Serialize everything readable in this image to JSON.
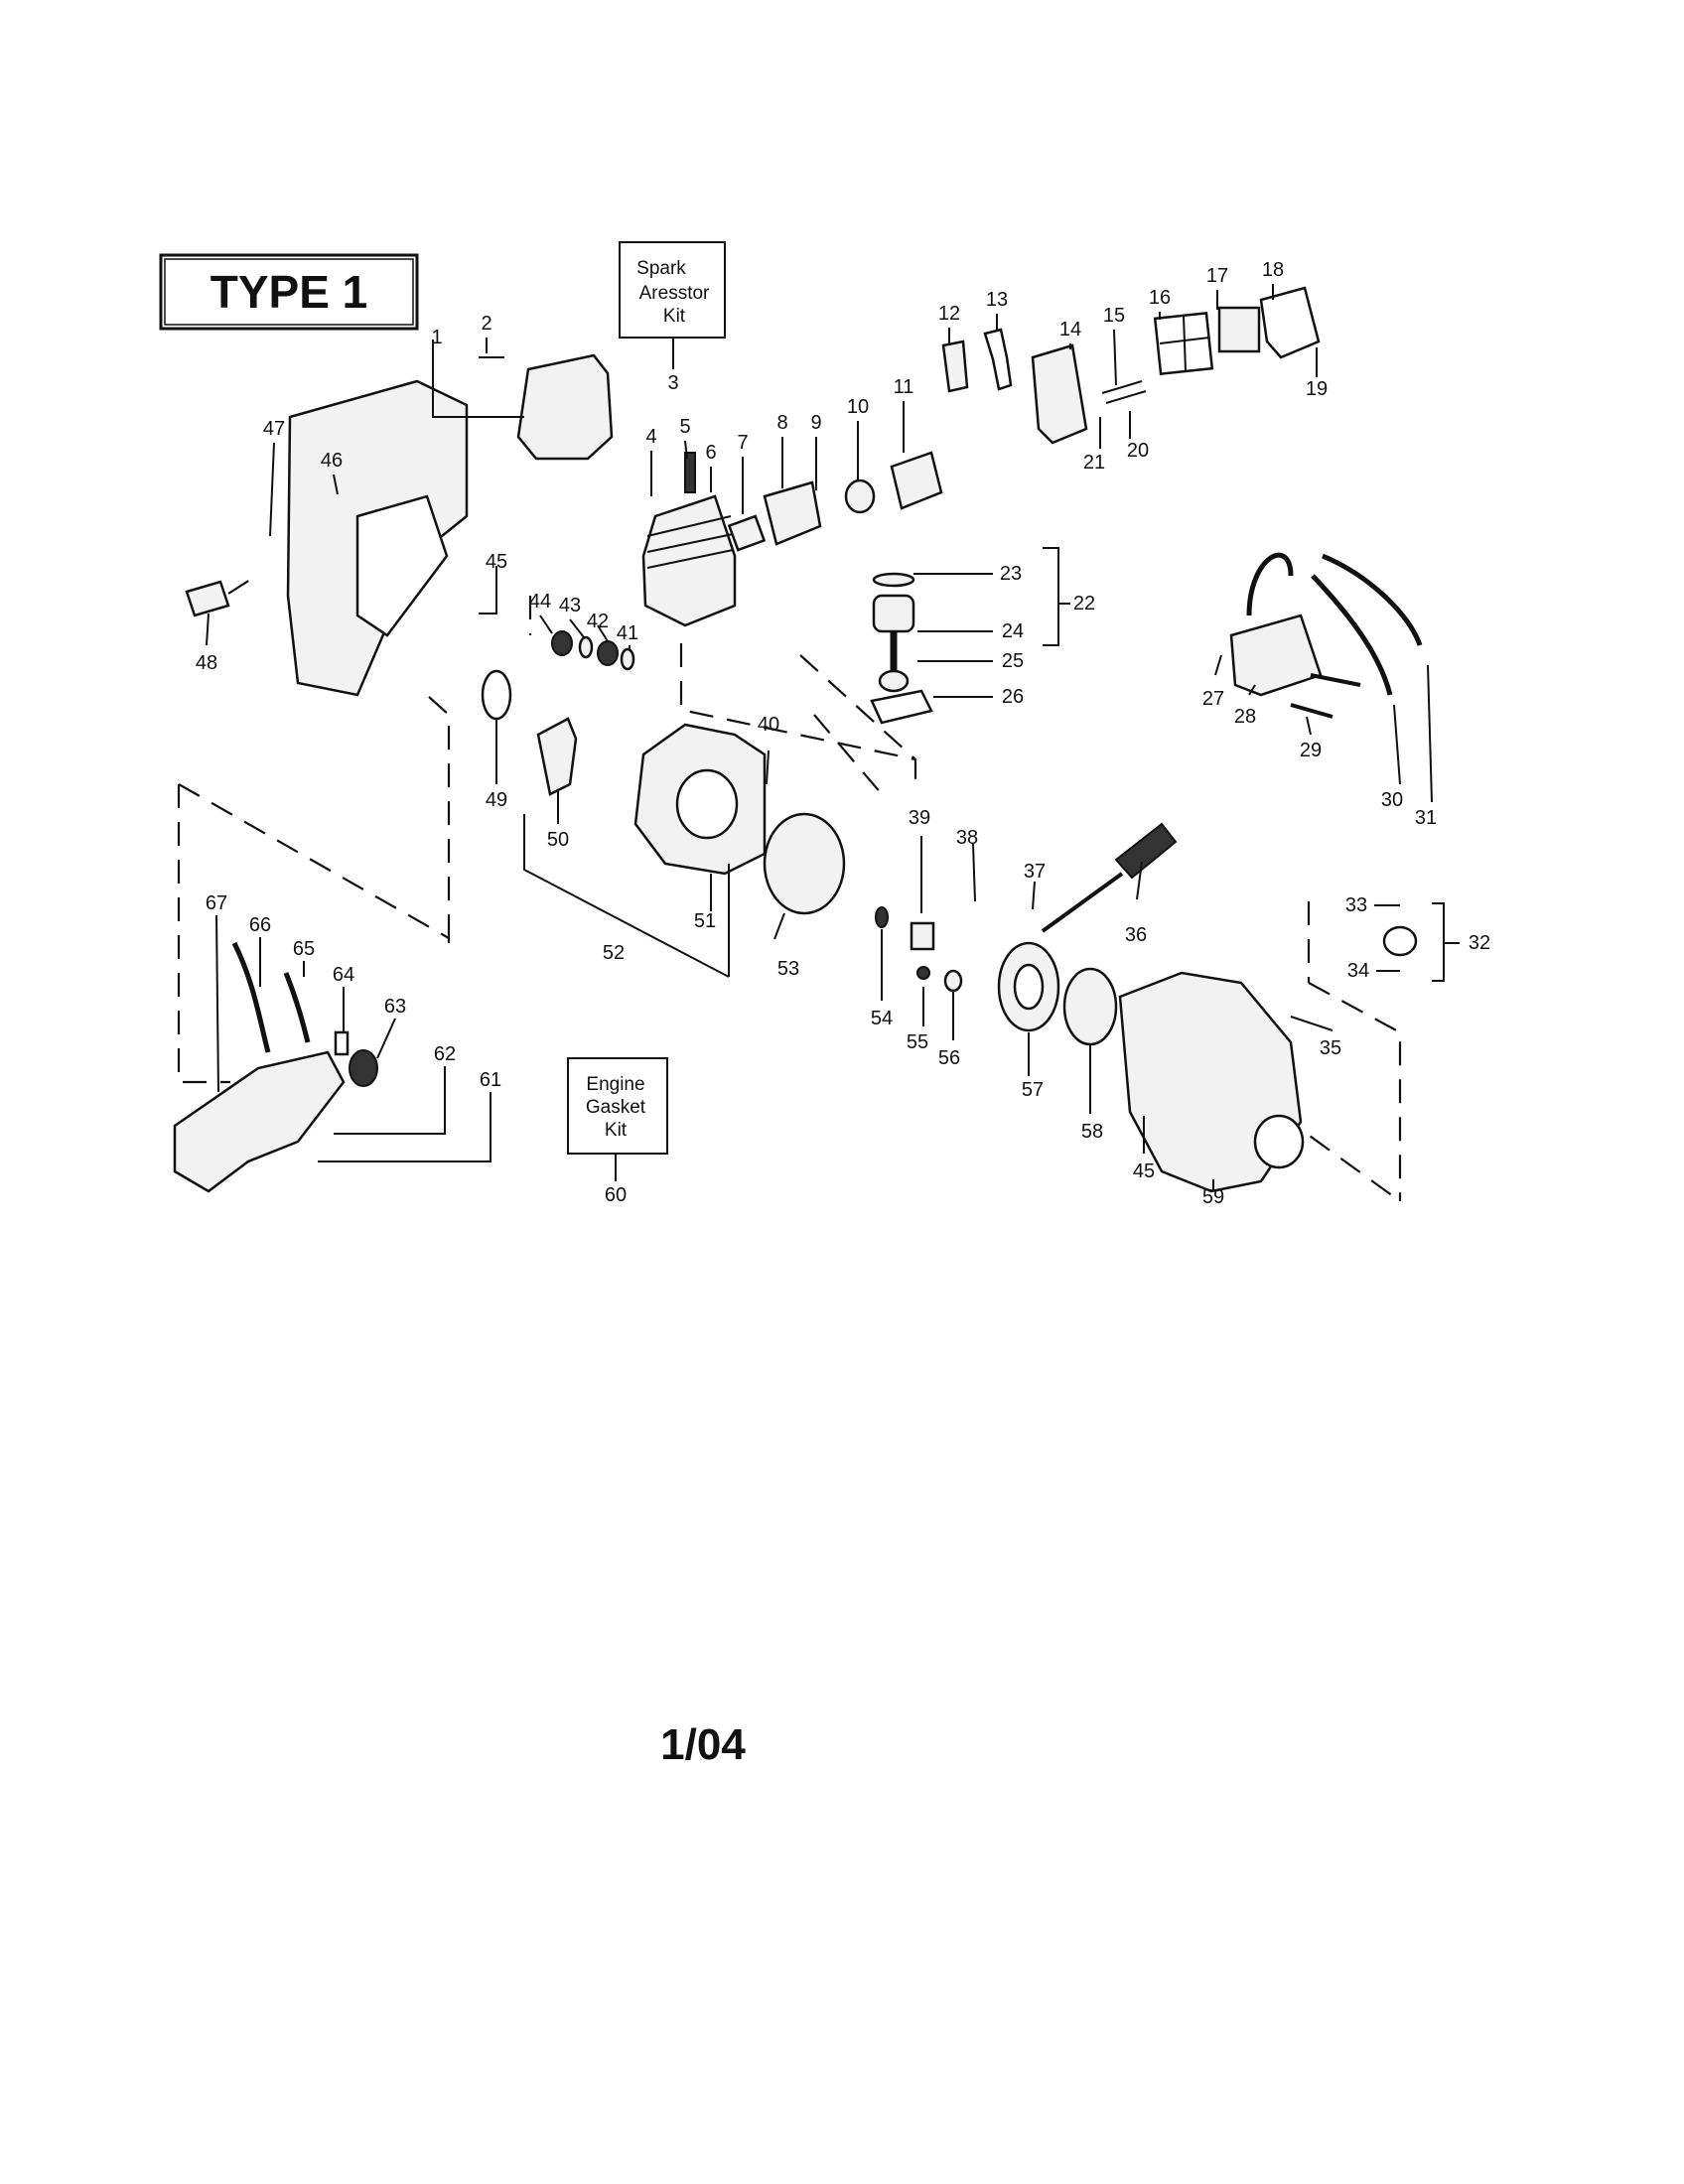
{
  "type_box": "TYPE 1",
  "kits": {
    "spark_arrestor": [
      "Spark",
      "Aresstor",
      "Kit"
    ],
    "engine_gasket": [
      "Engine",
      "Gasket",
      "Kit"
    ]
  },
  "footer": "1/04",
  "callouts": [
    "1",
    "2",
    "3",
    "4",
    "5",
    "6",
    "7",
    "8",
    "9",
    "10",
    "11",
    "12",
    "13",
    "14",
    "15",
    "16",
    "17",
    "18",
    "19",
    "20",
    "21",
    "22",
    "23",
    "24",
    "25",
    "26",
    "27",
    "28",
    "29",
    "30",
    "31",
    "32",
    "33",
    "34",
    "35",
    "36",
    "37",
    "38",
    "39",
    "40",
    "41",
    "42",
    "43",
    "44",
    "45",
    "45",
    "46",
    "47",
    "48",
    "49",
    "50",
    "51",
    "52",
    "53",
    "54",
    "55",
    "56",
    "57",
    "58",
    "59",
    "60",
    "61",
    "62",
    "63",
    "64",
    "65",
    "66",
    "67"
  ]
}
